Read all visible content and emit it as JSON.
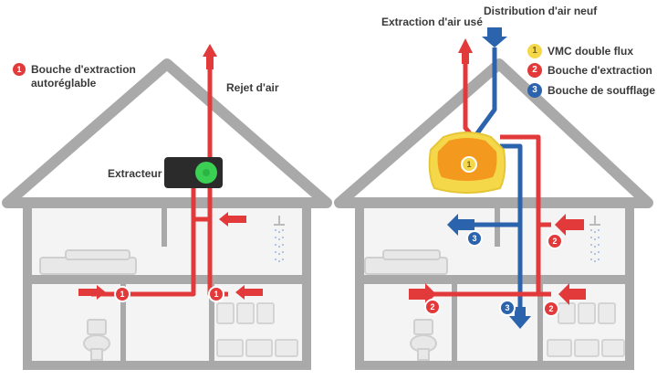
{
  "colors": {
    "wall": "#a9a9a9",
    "wall_fill": "#eeeeee",
    "red": "#e23a3a",
    "blue": "#2c63ad",
    "yellow": "#f5d84a",
    "orange": "#f39a1e",
    "extractor": "#2b2b2b",
    "fan": "#3bcf54"
  },
  "left_house": {
    "legend_number": "1",
    "legend_text_line1": "Bouche d'extraction",
    "legend_text_line2": "autoréglable",
    "exhaust_label": "Rejet d'air",
    "extractor_label": "Extracteur",
    "badges": [
      "1",
      "1"
    ]
  },
  "right_house": {
    "stale_air_label": "Extraction d'air usé",
    "fresh_air_label": "Distribution d'air neuf",
    "legend": [
      {
        "number": "1",
        "text": "VMC double flux",
        "color": "#f5d84a"
      },
      {
        "number": "2",
        "text": "Bouche d'extraction",
        "color": "#e23a3a"
      },
      {
        "number": "3",
        "text": "Bouche de soufflage",
        "color": "#2c63ad"
      }
    ],
    "unit_badge": "1",
    "badges_extraction": [
      "2",
      "2",
      "2"
    ],
    "badges_supply": [
      "3",
      "3"
    ]
  }
}
